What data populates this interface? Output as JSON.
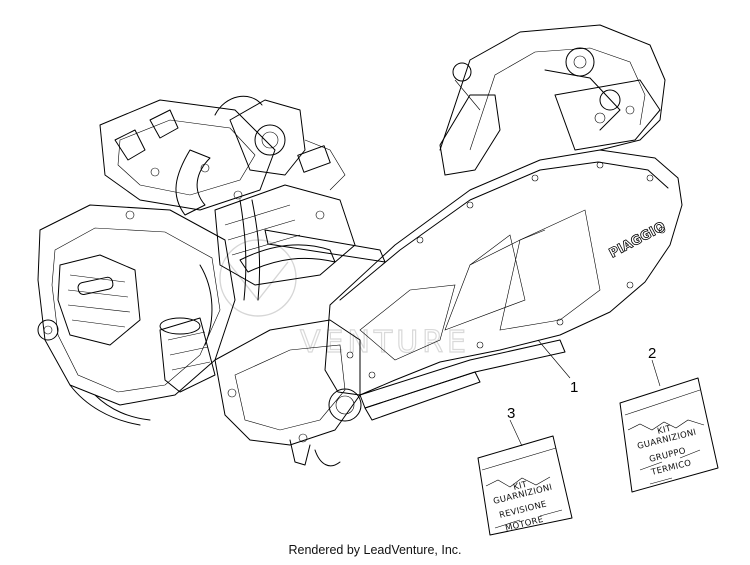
{
  "diagram": {
    "callouts": [
      {
        "id": "1",
        "label": "1"
      },
      {
        "id": "2",
        "label": "2"
      },
      {
        "id": "3",
        "label": "3"
      }
    ],
    "engine_brand_text": "PIAGGIO",
    "kit_2_lines": [
      "KIT",
      "GUARNIZIONI",
      "GRUPPO",
      "TERMICO"
    ],
    "kit_3_lines": [
      "KIT",
      "GUARNIZIONI",
      "REVISIONE",
      "MOTORE"
    ],
    "watermark_text": "VENTURE"
  },
  "footer": {
    "text": "Rendered by LeadVenture, Inc."
  }
}
